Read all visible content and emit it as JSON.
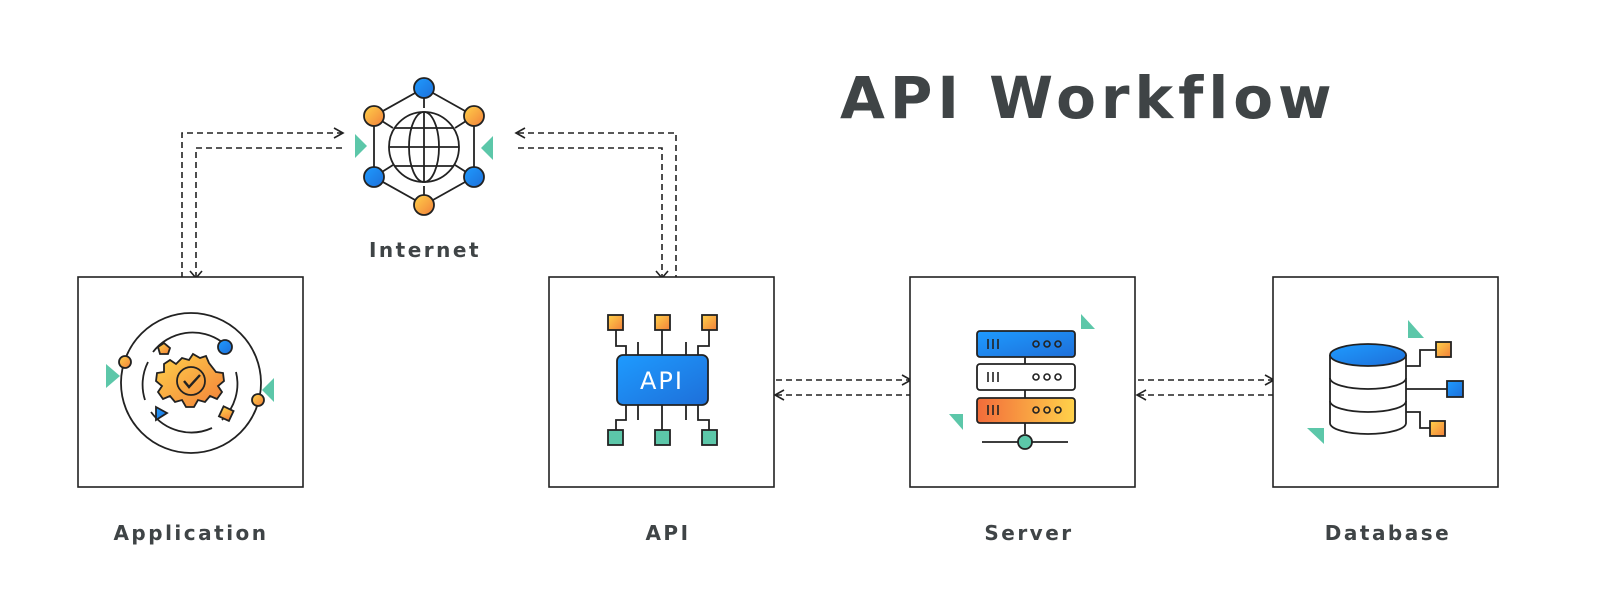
{
  "title": "API Workflow",
  "nodes": {
    "internet": "Internet",
    "application": "Application",
    "api": "API",
    "server": "Server",
    "database": "Database"
  },
  "api_chip_text": "API",
  "colors": {
    "text": "#3f4446",
    "outline": "#222222",
    "blue": "#2a86ea",
    "orange": "#f6ac35",
    "teal": "#5cc7a9"
  }
}
